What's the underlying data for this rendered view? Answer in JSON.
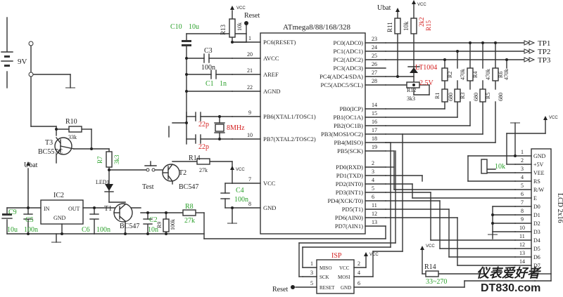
{
  "mcu": {
    "title": "ATmega8/88/168/328",
    "left_pins": [
      {
        "num": "1",
        "name": "PC6(RESET)"
      },
      {
        "num": "20",
        "name": "AVCC"
      },
      {
        "num": "21",
        "name": "AREF"
      },
      {
        "num": "22",
        "name": "AGND"
      },
      {
        "num": "9",
        "name": "PB6(XTAL1/TOSC1)"
      },
      {
        "num": "10",
        "name": "PB7(XTAL2/TOSC2)"
      },
      {
        "num": "7",
        "name": "VCC"
      },
      {
        "num": "8",
        "name": "GND"
      }
    ],
    "right_pins": [
      {
        "num": "23",
        "name": "PC0(ADC0)"
      },
      {
        "num": "24",
        "name": "PC1(ADC1)"
      },
      {
        "num": "25",
        "name": "PC2(ADC2)"
      },
      {
        "num": "26",
        "name": "PC3(ADC3)"
      },
      {
        "num": "27",
        "name": "PC4(ADC4/SDA)"
      },
      {
        "num": "28",
        "name": "PC5(ADC5/SCL)"
      },
      {
        "num": "14",
        "name": "PB0(ICP)"
      },
      {
        "num": "15",
        "name": "PB1(OC1A)"
      },
      {
        "num": "16",
        "name": "PB2(OC1B)"
      },
      {
        "num": "17",
        "name": "PB3(MOSI/OC2)"
      },
      {
        "num": "18",
        "name": "PB4(MISO)"
      },
      {
        "num": "19",
        "name": "PB5(SCK)"
      },
      {
        "num": "2",
        "name": "PD0(RXD)"
      },
      {
        "num": "3",
        "name": "PD1(TXD)"
      },
      {
        "num": "4",
        "name": "PD2(INT0)"
      },
      {
        "num": "5",
        "name": "PD3(INT1)"
      },
      {
        "num": "6",
        "name": "PD4(XCK/T0)"
      },
      {
        "num": "11",
        "name": "PD5(T1)"
      },
      {
        "num": "12",
        "name": "PD6(AIN0)"
      },
      {
        "num": "13",
        "name": "PD7(AIN1)"
      }
    ]
  },
  "lcd": {
    "title": "LCD 2x16",
    "pins": [
      {
        "num": "1",
        "name": "GND"
      },
      {
        "num": "2",
        "name": "+5V"
      },
      {
        "num": "3",
        "name": "VEE"
      },
      {
        "num": "4",
        "name": "RS"
      },
      {
        "num": "5",
        "name": "R/W"
      },
      {
        "num": "6",
        "name": "E"
      },
      {
        "num": "7",
        "name": "D0"
      },
      {
        "num": "8",
        "name": "D1"
      },
      {
        "num": "9",
        "name": "D2"
      },
      {
        "num": "10",
        "name": "D3"
      },
      {
        "num": "11",
        "name": "D4"
      },
      {
        "num": "12",
        "name": "D5"
      },
      {
        "num": "13",
        "name": "D6"
      },
      {
        "num": "14",
        "name": "D7"
      }
    ]
  },
  "isp": {
    "title": "ISP",
    "left": [
      {
        "num": "1",
        "name": "MISO"
      },
      {
        "num": "3",
        "name": "SCK"
      },
      {
        "num": "5",
        "name": "RESET"
      }
    ],
    "right": [
      {
        "num": "2",
        "name": "VCC"
      },
      {
        "num": "4",
        "name": "MOSI"
      },
      {
        "num": "6",
        "name": "GND"
      }
    ]
  },
  "ic2": {
    "name": "IC2",
    "in": "IN",
    "out": "OUT",
    "gnd": "GND"
  },
  "labels": {
    "vcc": "VCC",
    "reset": "Reset",
    "ubat": "Ubat",
    "battery": "9V",
    "test": "Test",
    "led": "LED1",
    "tp1": "TP1",
    "tp2": "TP2",
    "tp3": "TP3"
  },
  "components": {
    "C10": "C10",
    "C10v": "10u",
    "R13": "R13",
    "R13v": "10k",
    "C3": "C3",
    "C3v": "100n",
    "C1": "C1",
    "C1v": "1n",
    "C22a": "22p",
    "C22b": "22p",
    "Xtal": "8MHz",
    "R11": "R11",
    "R11v": "10k",
    "R15": "R15",
    "R15v": "2k2",
    "LT": "LT1004",
    "LTv": "2.5V",
    "R12": "R12",
    "R12v": "3k3",
    "R1": "R1",
    "R1v": "680",
    "R2": "R2",
    "R2v": "470k",
    "R3": "R3",
    "R3v": "680",
    "R4": "R4",
    "R4v": "470k",
    "R5": "R5",
    "R5v": "680",
    "R6": "R6",
    "R6v": "470k",
    "R10": "R10",
    "R10v": "33k",
    "T3": "T3",
    "T3v": "BC557C",
    "R7": "R7",
    "R7v": "3k3",
    "R14a": "R14",
    "R14av": "27k",
    "T2": "T2",
    "T2v": "BC547",
    "C4": "C4",
    "C4v": "100n",
    "T1": "T1",
    "T1v": "BC547",
    "R8": "R8",
    "R8v": "27k",
    "C2": "C2",
    "C2v": "10n",
    "R9": "R9",
    "R9v": "100k",
    "C9": "C9",
    "C9v": "10u",
    "C5": "C5",
    "C5v": "100n",
    "C6": "C6",
    "C6v": "100n",
    "pot": "10k",
    "R14b": "R14",
    "R14bv": "33~270"
  },
  "watermark": {
    "cn": "仪表爱好者",
    "url": "DT830.com"
  },
  "colors": {
    "ink": "#222222",
    "green": "#2aa02a",
    "red": "#d42020",
    "blue": "#1a4fb0"
  }
}
